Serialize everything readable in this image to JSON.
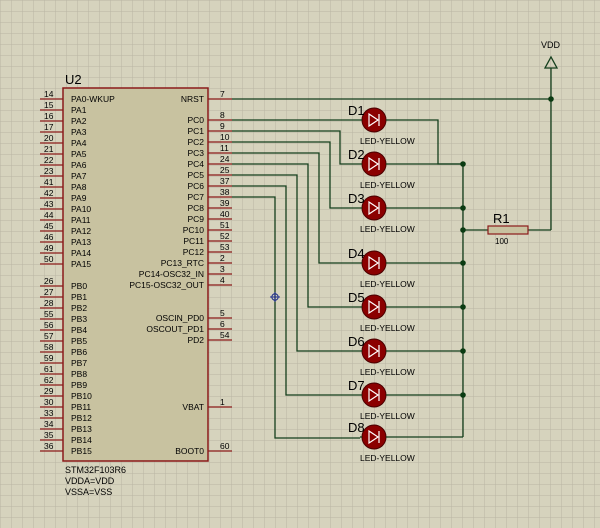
{
  "colors": {
    "background": "#d6d3bd",
    "grid": "#b9b6a3",
    "chip_fill": "#c8c2a0",
    "chip_border": "#8b1a1a",
    "pin": "#8b1a1a",
    "wire": "#143f1c",
    "junction": "#0b3b12",
    "text": "#000000",
    "led_fill": "#8b0000"
  },
  "chip": {
    "ref": "U2",
    "part": "STM32F103R6",
    "props": [
      "VDDA=VDD",
      "VSSA=VSS"
    ],
    "left_pins": [
      {
        "num": "14",
        "label": "PA0-WKUP"
      },
      {
        "num": "15",
        "label": "PA1"
      },
      {
        "num": "16",
        "label": "PA2"
      },
      {
        "num": "17",
        "label": "PA3"
      },
      {
        "num": "20",
        "label": "PA4"
      },
      {
        "num": "21",
        "label": "PA5"
      },
      {
        "num": "22",
        "label": "PA6"
      },
      {
        "num": "23",
        "label": "PA7"
      },
      {
        "num": "41",
        "label": "PA8"
      },
      {
        "num": "42",
        "label": "PA9"
      },
      {
        "num": "43",
        "label": "PA10"
      },
      {
        "num": "44",
        "label": "PA11"
      },
      {
        "num": "45",
        "label": "PA12"
      },
      {
        "num": "46",
        "label": "PA13"
      },
      {
        "num": "49",
        "label": "PA14"
      },
      {
        "num": "50",
        "label": "PA15"
      },
      {
        "num": "26",
        "label": "PB0"
      },
      {
        "num": "27",
        "label": "PB1"
      },
      {
        "num": "28",
        "label": "PB2"
      },
      {
        "num": "55",
        "label": "PB3"
      },
      {
        "num": "56",
        "label": "PB4"
      },
      {
        "num": "57",
        "label": "PB5"
      },
      {
        "num": "58",
        "label": "PB6"
      },
      {
        "num": "59",
        "label": "PB7"
      },
      {
        "num": "61",
        "label": "PB8"
      },
      {
        "num": "62",
        "label": "PB9"
      },
      {
        "num": "29",
        "label": "PB10"
      },
      {
        "num": "30",
        "label": "PB11"
      },
      {
        "num": "33",
        "label": "PB12"
      },
      {
        "num": "34",
        "label": "PB13"
      },
      {
        "num": "35",
        "label": "PB14"
      },
      {
        "num": "36",
        "label": "PB15"
      }
    ],
    "right_pins": [
      {
        "num": "7",
        "label": "NRST"
      },
      {
        "num": "8",
        "label": "PC0"
      },
      {
        "num": "9",
        "label": "PC1"
      },
      {
        "num": "10",
        "label": "PC2"
      },
      {
        "num": "11",
        "label": "PC3"
      },
      {
        "num": "24",
        "label": "PC4"
      },
      {
        "num": "25",
        "label": "PC5"
      },
      {
        "num": "37",
        "label": "PC6"
      },
      {
        "num": "38",
        "label": "PC7"
      },
      {
        "num": "39",
        "label": "PC8"
      },
      {
        "num": "40",
        "label": "PC9"
      },
      {
        "num": "51",
        "label": "PC10"
      },
      {
        "num": "52",
        "label": "PC11"
      },
      {
        "num": "53",
        "label": "PC12"
      },
      {
        "num": "2",
        "label": "PC13_RTC"
      },
      {
        "num": "3",
        "label": "PC14-OSC32_IN"
      },
      {
        "num": "4",
        "label": "PC15-OSC32_OUT"
      },
      {
        "num": "5",
        "label": "OSCIN_PD0"
      },
      {
        "num": "6",
        "label": "OSCOUT_PD1"
      },
      {
        "num": "54",
        "label": "PD2"
      },
      {
        "num": "1",
        "label": "VBAT"
      },
      {
        "num": "60",
        "label": "BOOT0"
      }
    ]
  },
  "leds": [
    {
      "ref": "D1",
      "part": "LED-YELLOW"
    },
    {
      "ref": "D2",
      "part": "LED-YELLOW"
    },
    {
      "ref": "D3",
      "part": "LED-YELLOW"
    },
    {
      "ref": "D4",
      "part": "LED-YELLOW"
    },
    {
      "ref": "D5",
      "part": "LED-YELLOW"
    },
    {
      "ref": "D6",
      "part": "LED-YELLOW"
    },
    {
      "ref": "D7",
      "part": "LED-YELLOW"
    },
    {
      "ref": "D8",
      "part": "LED-YELLOW"
    }
  ],
  "resistor": {
    "ref": "R1",
    "value": "100"
  },
  "power": {
    "label": "VDD"
  }
}
